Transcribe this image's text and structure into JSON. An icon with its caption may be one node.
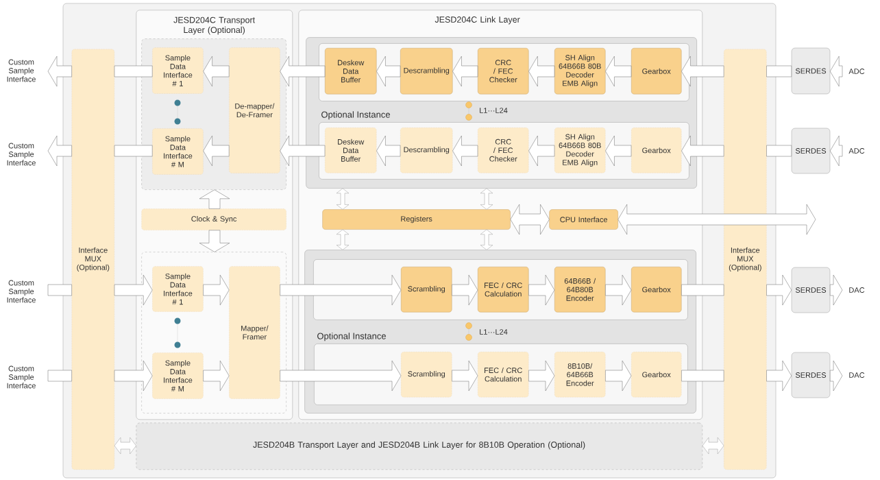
{
  "diagram": {
    "nodes": [
      {
        "text": [
          "Custom Sample Interface"
        ]
      },
      {
        "text": [
          "Custom Sample Interface"
        ]
      },
      {
        "text": [
          "Custom Sample Interface"
        ]
      },
      {
        "text": [
          "Custom Sample Interface"
        ]
      },
      {
        "text": [],
        "shape": "box"
      },
      {
        "text": [
          "Interface MUX (Optional)"
        ],
        "in": 4
      },
      {
        "text": [
          "JESD204C Transport Layer (Optional)"
        ],
        "in": 4
      },
      {
        "text": [],
        "shape": "box",
        "in": 6
      },
      {
        "text": [
          "Sample Data Interface # 1"
        ],
        "in": 7
      },
      {
        "text": [
          "Sample Data Interface # M"
        ],
        "in": 7
      },
      {
        "text": [
          "De-mapper/ De-Framer"
        ],
        "in": 7
      },
      {
        "text": [
          "Clock & Sync"
        ],
        "in": 6
      },
      {
        "text": [],
        "shape": "box",
        "in": 6
      },
      {
        "text": [
          "Sample Data Interface # 1"
        ],
        "in": 12
      },
      {
        "text": [
          "Sample Data Interface # M"
        ],
        "in": 12
      },
      {
        "text": [
          "Mapper/ Framer"
        ],
        "in": 12
      },
      {
        "text": [
          "JESD204C Link Layer"
        ],
        "in": 4
      },
      {
        "text": [],
        "shape": "box",
        "in": 16
      },
      {
        "text": [],
        "shape": "box",
        "in": 17
      },
      {
        "text": [
          "Deskew Data Buffer"
        ],
        "in": 18
      },
      {
        "text": [
          "Descrambling"
        ],
        "in": 18
      },
      {
        "text": [
          "CRC / FEC Checker"
        ],
        "in": 18
      },
      {
        "text": [
          "SH Align 64B66B 80B Decoder EMB Align"
        ],
        "in": 18
      },
      {
        "text": [
          "Gearbox"
        ],
        "in": 18
      },
      {
        "text": [
          "Optional Instance"
        ],
        "in": 17
      },
      {
        "text": [
          "Deskew Data Buffer"
        ],
        "in": 24
      },
      {
        "text": [
          "Descrambling"
        ],
        "in": 24
      },
      {
        "text": [
          "CRC / FEC Checker"
        ],
        "in": 24
      },
      {
        "text": [
          "SH Align 64B66B 80B Decoder EMB Align"
        ],
        "in": 24
      },
      {
        "text": [
          "Gearbox"
        ],
        "in": 24
      },
      {
        "text": [
          "Registers"
        ],
        "in": 16
      },
      {
        "text": [
          "CPU Interface"
        ],
        "in": 16
      },
      {
        "text": [],
        "shape": "box",
        "in": 16
      },
      {
        "text": [],
        "shape": "box",
        "in": 32
      },
      {
        "text": [
          "Scrambling"
        ],
        "in": 33
      },
      {
        "text": [
          "FEC / CRC Calculation"
        ],
        "in": 33
      },
      {
        "text": [
          "64B66B / 64B80B Encoder"
        ],
        "in": 33
      },
      {
        "text": [
          "Gearbox"
        ],
        "in": 33
      },
      {
        "text": [
          "Optional Instance"
        ],
        "in": 32
      },
      {
        "text": [
          "Scrambling"
        ],
        "in": 38
      },
      {
        "text": [
          "FEC / CRC Calculation"
        ],
        "in": 38
      },
      {
        "text": [
          "8B10B/ 64B66B Encoder"
        ],
        "in": 38
      },
      {
        "text": [
          "Gearbox"
        ],
        "in": 38
      },
      {
        "text": [
          "JESD204B Transport Layer and JESD204B Link Layer for 8B10B Operation (Optional)"
        ],
        "in": 4
      },
      {
        "text": [
          "Interface MUX (Optional)"
        ],
        "in": 4
      },
      {
        "text": [
          "SERDES"
        ]
      },
      {
        "text": [
          "SERDES"
        ]
      },
      {
        "text": [
          "SERDES"
        ]
      },
      {
        "text": [
          "SERDES"
        ]
      },
      {
        "text": [
          "ADC"
        ]
      },
      {
        "text": [
          "ADC"
        ]
      },
      {
        "text": [
          "DAC"
        ]
      },
      {
        "text": [
          "DAC"
        ]
      }
    ],
    "edges": [
      {
        "from": 23,
        "to": 22,
        "arrow": "to"
      },
      {
        "from": 22,
        "to": 21,
        "arrow": "to"
      },
      {
        "from": 21,
        "to": 20,
        "arrow": "to"
      },
      {
        "from": 20,
        "to": 19,
        "arrow": "to"
      },
      {
        "from": 19,
        "to": 10,
        "arrow": "to"
      },
      {
        "from": 10,
        "to": 8,
        "arrow": "to"
      },
      {
        "from": 8,
        "to": 5,
        "arrow": "none"
      },
      {
        "from": 5,
        "to": 0,
        "arrow": "to"
      },
      {
        "from": 49,
        "to": 45,
        "arrow": "to"
      },
      {
        "from": 45,
        "to": 44,
        "arrow": "none"
      },
      {
        "from": 44,
        "to": 23,
        "arrow": "to"
      },
      {
        "from": 50,
        "to": 46,
        "arrow": "to"
      },
      {
        "from": 46,
        "to": 44,
        "arrow": "none"
      },
      {
        "from": 44,
        "to": 29,
        "arrow": "to"
      },
      {
        "from": 29,
        "to": 28,
        "arrow": "to"
      },
      {
        "from": 28,
        "to": 27,
        "arrow": "to"
      },
      {
        "from": 27,
        "to": 26,
        "arrow": "to"
      },
      {
        "from": 26,
        "to": 25,
        "arrow": "to"
      },
      {
        "from": 25,
        "to": 10,
        "arrow": "to"
      },
      {
        "from": 10,
        "to": 9,
        "arrow": "to"
      },
      {
        "from": 9,
        "to": 5,
        "arrow": "none"
      },
      {
        "from": 5,
        "to": 1,
        "arrow": "to"
      },
      {
        "from": 11,
        "to": 7,
        "arrow": "to"
      },
      {
        "from": 11,
        "to": 12,
        "arrow": "to"
      },
      {
        "from": 30,
        "to": 31,
        "arrow": "both"
      },
      {
        "from": 31,
        "to": null,
        "arrow": "both"
      },
      {
        "from": 17,
        "to": 30,
        "arrow": "both"
      },
      {
        "from": 17,
        "to": 30,
        "arrow": "both"
      },
      {
        "from": 30,
        "to": 32,
        "arrow": "both"
      },
      {
        "from": 30,
        "to": 32,
        "arrow": "both"
      },
      {
        "from": 2,
        "to": 5,
        "arrow": "none"
      },
      {
        "from": 5,
        "to": 13,
        "arrow": "to"
      },
      {
        "from": 13,
        "to": 15,
        "arrow": "to"
      },
      {
        "from": 15,
        "to": 34,
        "arrow": "to"
      },
      {
        "from": 34,
        "to": 35,
        "arrow": "to"
      },
      {
        "from": 35,
        "to": 36,
        "arrow": "to"
      },
      {
        "from": 36,
        "to": 37,
        "arrow": "to"
      },
      {
        "from": 37,
        "to": 44,
        "arrow": "none"
      },
      {
        "from": 44,
        "to": 47,
        "arrow": "to"
      },
      {
        "from": 47,
        "to": 51,
        "arrow": "to"
      },
      {
        "from": 3,
        "to": 5,
        "arrow": "none"
      },
      {
        "from": 5,
        "to": 14,
        "arrow": "to"
      },
      {
        "from": 14,
        "to": 15,
        "arrow": "to"
      },
      {
        "from": 15,
        "to": 39,
        "arrow": "to"
      },
      {
        "from": 39,
        "to": 40,
        "arrow": "to"
      },
      {
        "from": 40,
        "to": 41,
        "arrow": "to"
      },
      {
        "from": 41,
        "to": 42,
        "arrow": "to"
      },
      {
        "from": 42,
        "to": 44,
        "arrow": "none"
      },
      {
        "from": 44,
        "to": 48,
        "arrow": "to"
      },
      {
        "from": 48,
        "to": 52,
        "arrow": "to"
      },
      {
        "from": 43,
        "to": 5,
        "arrow": "both"
      },
      {
        "from": 43,
        "to": 44,
        "arrow": "both"
      }
    ],
    "labels": [
      "L1···L24",
      "L1···L24"
    ]
  }
}
